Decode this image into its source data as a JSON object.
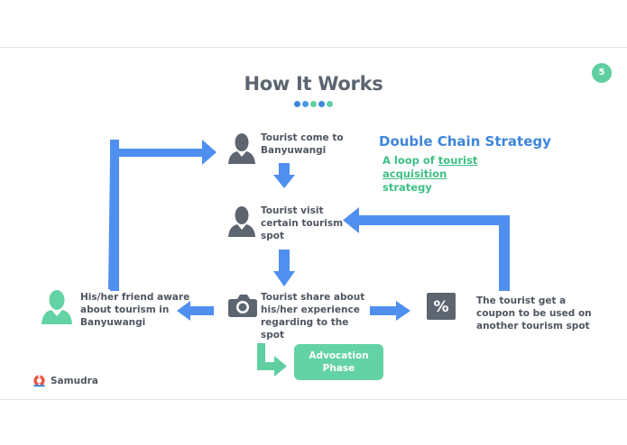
{
  "slide": {
    "title": "How It Works",
    "page_number": "5",
    "dot_colors": [
      "#3f86d9",
      "#4a9ae0",
      "#5fcfa1",
      "#3f86d9",
      "#5fcfa1"
    ]
  },
  "strategy": {
    "title": "Double Chain Strategy",
    "subtitle_prefix": "A loop of ",
    "subtitle_link": "tourist acquisition",
    "subtitle_suffix": "strategy"
  },
  "steps": {
    "come": [
      "Tourist come to",
      "Banyuwangi"
    ],
    "visit": [
      "Tourist visit",
      "certain tourism",
      "spot"
    ],
    "share": [
      "Tourist share about",
      "his/her experience",
      "regarding to the",
      "spot"
    ],
    "friend": [
      "His/her friend aware",
      "about tourism in",
      "Banyuwangi"
    ],
    "coupon": [
      "The tourist get a",
      "coupon to be used on",
      "another tourism spot"
    ]
  },
  "phase": [
    "Advocation",
    "Phase"
  ],
  "icons": {
    "person": "person-icon",
    "camera": "camera-icon",
    "percent": "percent-icon",
    "coupon_glyph": "%"
  },
  "brand": {
    "name": "Samudra"
  },
  "colors": {
    "arrow_blue": "#4f8ff0",
    "arrow_green": "#5fcfa1",
    "icon_gray": "#5c6570",
    "person_green": "#63d2a4",
    "text": "#4f5661"
  }
}
